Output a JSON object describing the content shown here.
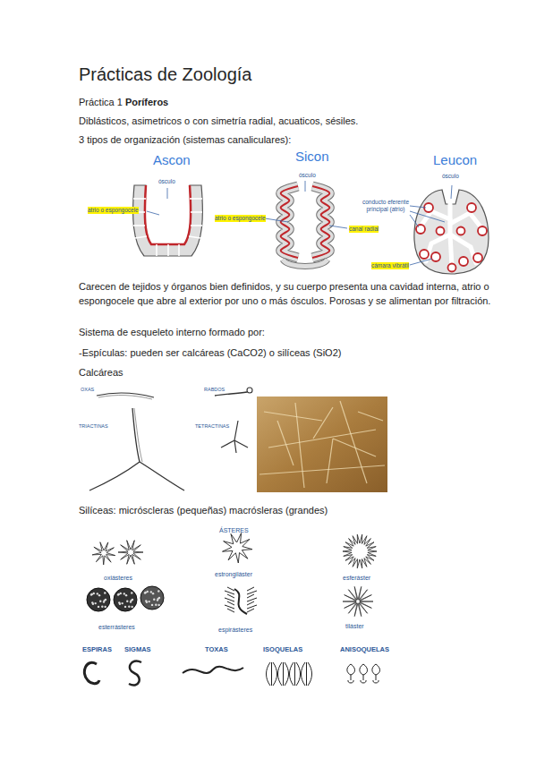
{
  "diagram": {
    "title": "Prácticas de Zoología",
    "labels": [
      "Práctica 1",
      "Poríferos",
      "Diblásticos, asimetricos o con simetría radial, acuaticos, sésiles.",
      "3 tipos de organización (sistemas canaliculares):",
      "Ascon",
      "ósculo",
      "atrio o espongocele",
      "Sicon",
      "ósculo",
      "atrio o espongocele",
      "canal radial",
      "Leucon",
      "ósculo",
      "conducto eferente principal (atrio)",
      "cámara vibrátil",
      "Carecen de tejidos y órganos bien definidos, y su cuerpo presenta una cavidad interna, atrio o espongocele que abre al exterior por uno o más ósculos. Porosas y se alimentan por filtración.",
      "Sistema de esqueleto interno formado por:",
      "-Espículas: pueden ser calcáreas (CaCO2) o silíceas (SiO2)",
      "Calcáreas",
      "OXAS",
      "RABDOS",
      "TRIACTINAS",
      "TETRACTINAS",
      "Silíceas: micróscleras (pequeñas) macrósleras (grandes)",
      "ÁSTERES",
      "oxiásteres",
      "estrongiláster",
      "esferáster",
      "esterrásteres",
      "espirásteres",
      "tiláster",
      "ESPIRAS",
      "SIGMAS",
      "TOXAS",
      "ISOQUELAS",
      "ANISOQUELAS"
    ]
  }
}
